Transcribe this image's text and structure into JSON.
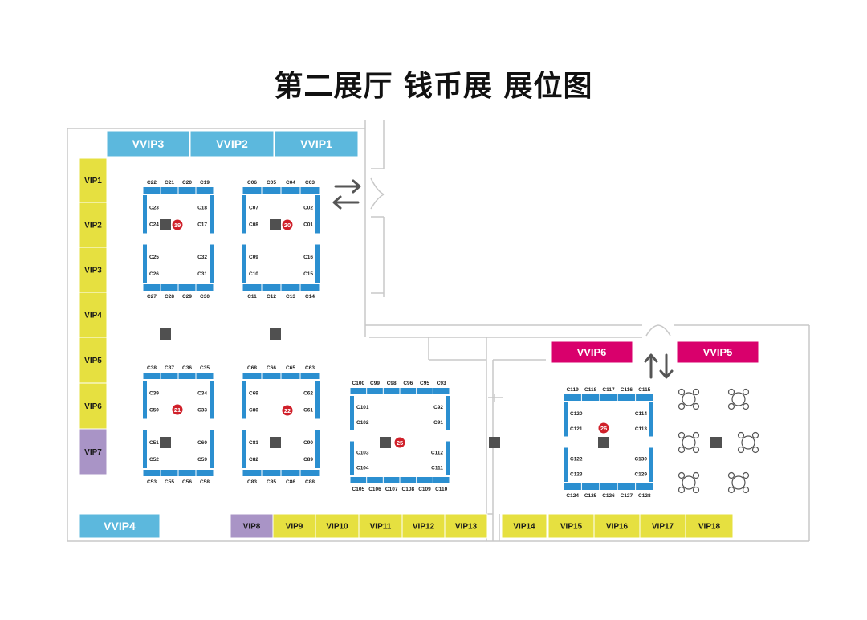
{
  "title": "第二展厅 钱币展 展位图",
  "colors": {
    "vvip_blue": "#5cb8dd",
    "vvip_pink": "#d9006c",
    "vip_yellow": "#e6e040",
    "vip_purple": "#a994c6",
    "booth_blue": "#2b8fd0",
    "marker_red": "#d0202a",
    "pillar": "#505050",
    "wall": "#c8c8c8"
  },
  "zones": {
    "vvip_top": [
      "VVIP3",
      "VVIP2",
      "VVIP1"
    ],
    "vvip_bottom": "VVIP4",
    "vvip_right": [
      "VVIP6",
      "VVIP5"
    ],
    "vip_left": [
      "VIP1",
      "VIP2",
      "VIP3",
      "VIP4",
      "VIP5",
      "VIP6",
      "VIP7"
    ],
    "vip_bottom": [
      "VIP8",
      "VIP9",
      "VIP10",
      "VIP11",
      "VIP12",
      "VIP13",
      "VIP14",
      "VIP15",
      "VIP16",
      "VIP17",
      "VIP18"
    ]
  },
  "clusters": [
    {
      "number": "19",
      "top": [
        "C22",
        "C21",
        "C20",
        "C19"
      ],
      "bottom": [
        "C27",
        "C28",
        "C29",
        "C30"
      ],
      "left": [
        "C23",
        "C24",
        "C25",
        "C26"
      ],
      "right": [
        "C18",
        "C17",
        "C32",
        "C31"
      ]
    },
    {
      "number": "20",
      "top": [
        "C06",
        "C05",
        "C04",
        "C03"
      ],
      "bottom": [
        "C11",
        "C12",
        "C13",
        "C14"
      ],
      "left": [
        "C07",
        "C08",
        "C09",
        "C10"
      ],
      "right": [
        "C02",
        "C01",
        "C16",
        "C15"
      ]
    },
    {
      "number": "21",
      "top": [
        "C38",
        "C37",
        "C36",
        "C35"
      ],
      "bottom": [
        "C53",
        "C55",
        "C56",
        "C58"
      ],
      "left": [
        "C39",
        "C50",
        "C51",
        "C52"
      ],
      "right": [
        "C34",
        "C33",
        "C60",
        "C59"
      ]
    },
    {
      "number": "22",
      "top": [
        "C68",
        "C66",
        "C65",
        "C63"
      ],
      "bottom": [
        "C83",
        "C85",
        "C86",
        "C88"
      ],
      "left": [
        "C69",
        "C80",
        "C81",
        "C82"
      ],
      "right": [
        "C62",
        "C61",
        "C90",
        "C89"
      ]
    },
    {
      "number": "25",
      "top": [
        "C100",
        "C99",
        "C98",
        "C96",
        "C95",
        "C93"
      ],
      "bottom": [
        "C105",
        "C106",
        "C107",
        "C108",
        "C109",
        "C110"
      ],
      "left": [
        "C101",
        "C102",
        "C103",
        "C104"
      ],
      "right": [
        "C92",
        "C91",
        "C112",
        "C111"
      ]
    },
    {
      "number": "26",
      "top": [
        "C119",
        "C118",
        "C117",
        "C116",
        "C115"
      ],
      "bottom": [
        "C124",
        "C125",
        "C126",
        "C127",
        "C128"
      ],
      "left": [
        "C120",
        "C121",
        "C122",
        "C123"
      ],
      "right": [
        "C114",
        "C113",
        "C130",
        "C129"
      ]
    }
  ],
  "icons": {
    "entrance_arrows": "swap-horizontal-icon",
    "right_hall_arrows": "up-down-arrows-icon",
    "lounge_seating": "table-with-chairs-icon",
    "pillar": "pillar-icon"
  }
}
